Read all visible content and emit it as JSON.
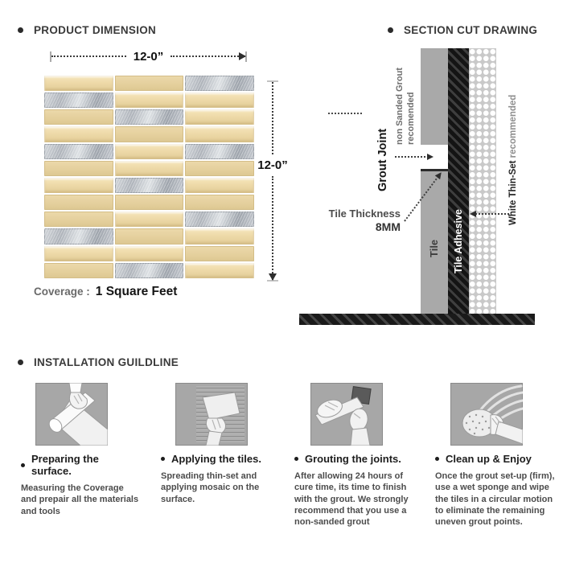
{
  "product_dimension": {
    "heading": "PRODUCT DIMENSION",
    "width_label": "12-0”",
    "height_label": "12-0”",
    "coverage_label": "Coverage :",
    "coverage_value": "1 Square Feet",
    "tile_grid": {
      "rows": 12,
      "cols": 3,
      "pattern": [
        [
          "glass-hi",
          "glass",
          "metal"
        ],
        [
          "metal",
          "glass-hi",
          "glass-hi"
        ],
        [
          "glass",
          "metal",
          "glass-hi"
        ],
        [
          "glass-hi",
          "glass",
          "glass-hi"
        ],
        [
          "metal",
          "glass-hi",
          "metal"
        ],
        [
          "glass",
          "glass-hi",
          "glass"
        ],
        [
          "glass-hi",
          "metal",
          "glass-hi"
        ],
        [
          "glass",
          "glass",
          "glass"
        ],
        [
          "glass",
          "glass-hi",
          "metal"
        ],
        [
          "metal",
          "glass",
          "glass-hi"
        ],
        [
          "glass-hi",
          "glass-hi",
          "glass"
        ],
        [
          "glass",
          "metal",
          "glass-hi"
        ]
      ]
    }
  },
  "section_cut": {
    "heading": "SECTION CUT DRAWING",
    "labels": {
      "grout_joint": "Grout Joint",
      "grout_note_1": "non Sanded Grout",
      "grout_note_2": "recomended",
      "tile_thickness_1": "Tile Thickness",
      "tile_thickness_2": "8MM",
      "tile": "Tile",
      "tile_adhesive": "Tile Adhesive",
      "thinset_bold": "White Thin-Set ",
      "thinset_gray": "recommended"
    }
  },
  "installation": {
    "heading": "INSTALLATION GUILDLINE",
    "steps": [
      {
        "icon": "prepare-surface-illustration",
        "title": "Preparing the surface.",
        "body": "Measuring the Coverage and prepair all the materials and tools"
      },
      {
        "icon": "apply-tiles-illustration",
        "title": "Applying the tiles.",
        "body": "Spreading thin-set and applying mosaic on the surface."
      },
      {
        "icon": "grout-joints-illustration",
        "title": "Grouting the joints.",
        "body": "After allowing 24 hours of cure time, its time to finish with the grout. We strongly recommend that you use a non-sanded grout"
      },
      {
        "icon": "clean-up-illustration",
        "title": "Clean up & Enjoy",
        "body": "Once the grout set-up (firm), use a wet sponge and wipe the tiles in a circular motion to eliminate the remaining uneven grout points."
      }
    ]
  },
  "colors": {
    "glass_tile": "#e4cf9c",
    "glass_tile_bright": "#f0deb2",
    "metal_tile": "#b4b8bf",
    "diagram_tile_gray": "#a9a9a9",
    "adhesive_black": "#1e1e1e",
    "thinset_gray": "#c9c9c9",
    "substrate_dark": "#262626",
    "text_dark": "#3a3a3a",
    "text_gray": "#6e6e6e"
  }
}
